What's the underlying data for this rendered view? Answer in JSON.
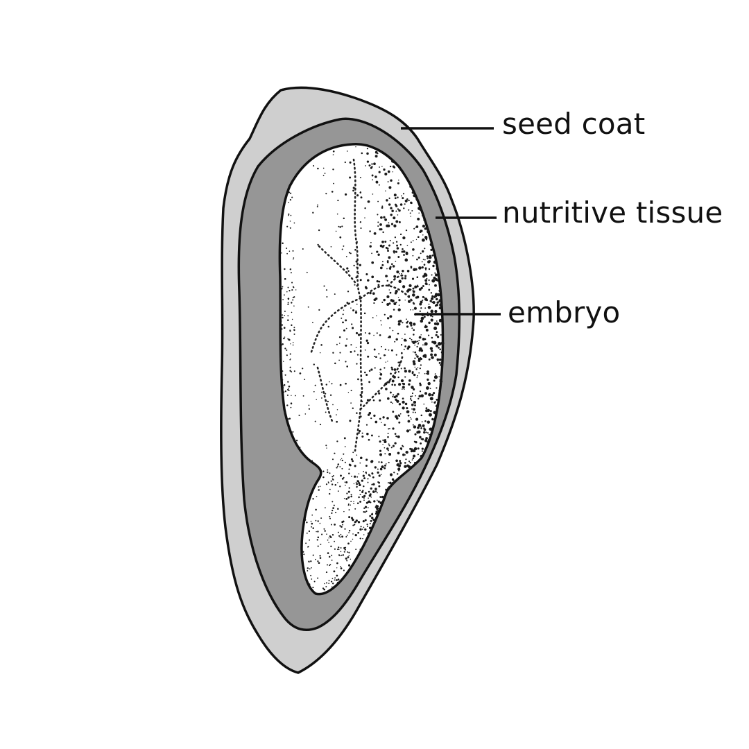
{
  "diagram": {
    "labels": {
      "seed_coat": "seed coat",
      "nutritive_tissue": "nutritive tissue",
      "embryo": "embryo"
    },
    "colors": {
      "seed_coat_fill": "#cfcfcf",
      "nutritive_tissue_fill": "#969696",
      "embryo_fill": "#ffffff",
      "outline": "#111111"
    }
  }
}
